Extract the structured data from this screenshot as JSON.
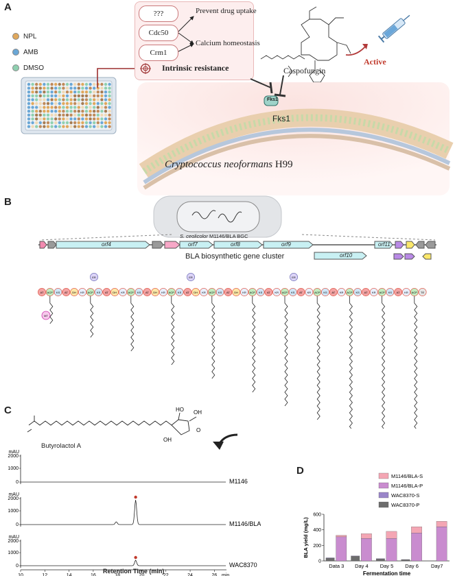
{
  "panels": {
    "a": "A",
    "b": "B",
    "c": "C",
    "d": "D"
  },
  "panel_a": {
    "legend": [
      {
        "label": "NPL",
        "color": "#e0a85c"
      },
      {
        "label": "AMB",
        "color": "#6aa7d6"
      },
      {
        "label": "DMSO",
        "color": "#8fd0b0"
      }
    ],
    "mechanisms": [
      "???",
      "Cdc50",
      "Crm1"
    ],
    "effects": [
      "Prevent drug uptake",
      "Calcium homeostasis"
    ],
    "intrinsic_resistance": "Intrinsic resistance",
    "drug": "Caspofungin",
    "active": "Active",
    "target_small": "Fks1",
    "target": "Fks1",
    "organism_italic": "Cryptococcus neoformans",
    "strain": " H99",
    "colors": {
      "box_bg": "#fdeeee",
      "box_border": "#e9b8b8",
      "inhibit": "#9c2f2f",
      "wall": "#f5d4d0"
    }
  },
  "panel_b": {
    "strain_label_prefix": "S. ceolicolor",
    "strain_label_suffix": " M1146/BLA BGC",
    "genes": [
      "orf4",
      "orf7",
      "orf8",
      "orf9",
      "orf10",
      "orf11"
    ],
    "cluster_title": "BLA biosynthetic gene cluster",
    "domains": [
      "AT",
      "ACP",
      "KS",
      "AT",
      "DH",
      "KR",
      "ER",
      "MT",
      "TE"
    ]
  },
  "panel_c": {
    "compound": "Butyrolactol A",
    "y_unit": "mAU",
    "traces": [
      {
        "label": "M1146",
        "ticks": [
          "1000",
          "0"
        ],
        "ticks_top": "2000"
      },
      {
        "label": "M1146/BLA",
        "ticks": [
          "1000",
          "0"
        ],
        "ticks_top": "2000"
      },
      {
        "label": "WAC8370",
        "ticks": [
          "1000",
          "0"
        ],
        "ticks_top": "2000"
      }
    ],
    "x_ticks": [
      "10",
      "12",
      "14",
      "16",
      "18",
      "20",
      "22",
      "24",
      "26"
    ],
    "x_unit": "min",
    "xlabel": "Retention Time (min)"
  },
  "chart_data": {
    "type": "bar",
    "title": "",
    "xlabel": "Fermentation time",
    "ylabel": "BLA yield (mg/L)",
    "ylim": [
      0,
      600
    ],
    "yticks": [
      "0",
      "200",
      "400",
      "600"
    ],
    "categories": [
      "Data 3",
      "Day 4",
      "Day 5",
      "Day 6",
      "Day7"
    ],
    "series": [
      {
        "name": "M1146/BLA-S",
        "color": "#f4a6b4",
        "values": [
          20,
          60,
          90,
          80,
          70
        ],
        "stack": "bla"
      },
      {
        "name": "M1146/BLA-P",
        "color": "#c98ccf",
        "values": [
          310,
          290,
          290,
          360,
          440
        ],
        "stack": "bla"
      },
      {
        "name": "WAC8370-S",
        "color": "#9a86c9",
        "values": [
          5,
          5,
          5,
          3,
          0
        ],
        "stack": "wac"
      },
      {
        "name": "WAC8370-P",
        "color": "#6d6d6d",
        "values": [
          35,
          60,
          25,
          15,
          0
        ],
        "stack": "wac"
      }
    ],
    "grid": false,
    "legend_position": "top-right"
  }
}
